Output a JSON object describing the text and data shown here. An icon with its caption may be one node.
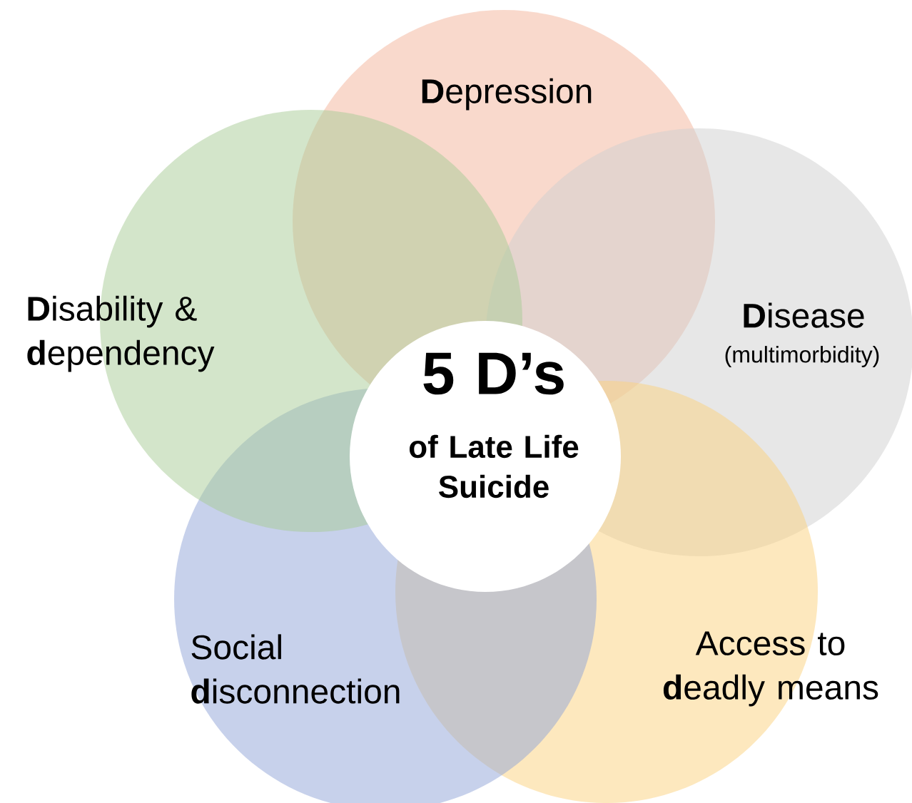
{
  "diagram": {
    "nodes": [
      {
        "text": [
          "**D**epression"
        ]
      },
      {
        "text": [
          "**D**isability & **d**ependency"
        ]
      },
      {
        "text": [
          "**D**isease",
          "(multimorbidity)"
        ]
      },
      {
        "text": [
          "5 D’s",
          "of Late Life Suicide"
        ]
      },
      {
        "text": [
          "Social **d**isconnection"
        ]
      },
      {
        "text": [
          "Access to **d**eadly means"
        ]
      }
    ]
  }
}
